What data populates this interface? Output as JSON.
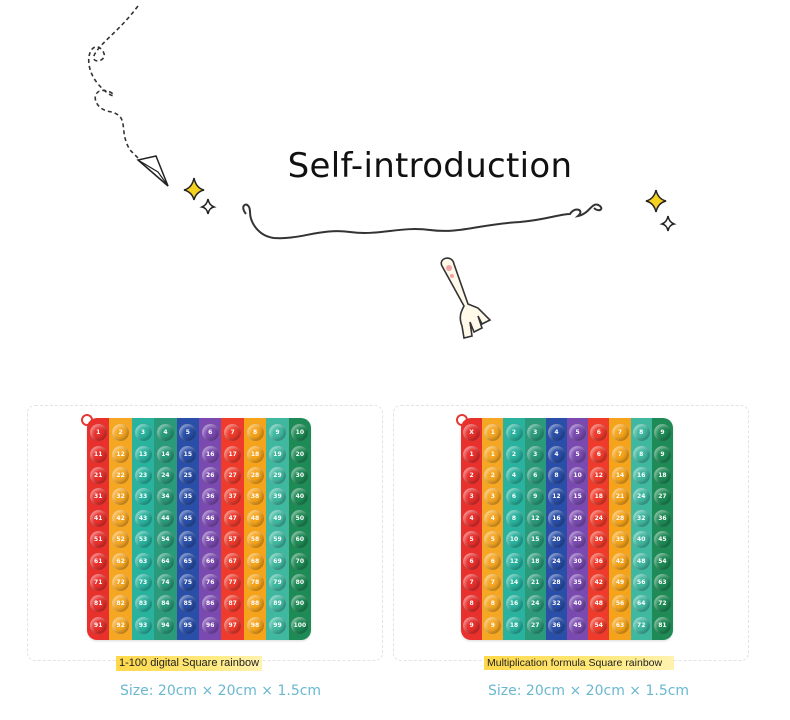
{
  "header": {
    "title": "Self-introduction"
  },
  "products": [
    {
      "label": "1-100 digital Square rainbow",
      "size": "Size: 20cm × 20cm × 1.5cm",
      "board": "1-100",
      "colors": [
        "#e8302d",
        "#f5a623",
        "#29b29e",
        "#2a9a7a",
        "#2a4fa8",
        "#7a4ab0",
        "#ef3b2c",
        "#f5a31a",
        "#40b8a0",
        "#1e8a55"
      ]
    },
    {
      "label": "Multiplication formula Square rainbow",
      "size": "Size: 20cm × 20cm × 1.5cm",
      "board": "times",
      "colors": [
        "#e8302d",
        "#f5a623",
        "#29b29e",
        "#2a9a7a",
        "#2a4fa8",
        "#7a4ab0",
        "#ef3b2c",
        "#f5a31a",
        "#40b8a0",
        "#1e8a55"
      ]
    }
  ],
  "icons": [
    "paper-plane-icon",
    "sparkle-icon",
    "fork-icon"
  ]
}
